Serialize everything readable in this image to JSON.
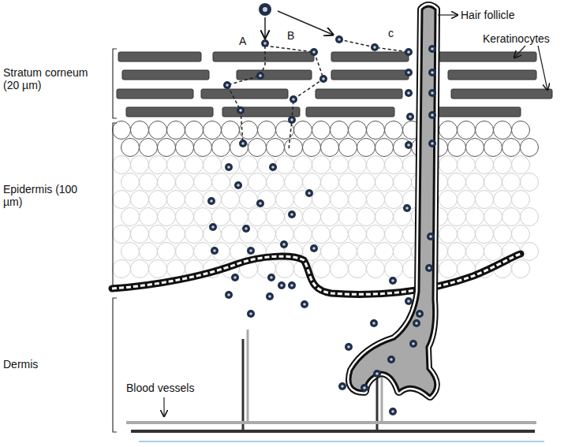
{
  "diagram": {
    "labels": [
      "A",
      "B",
      "c",
      "Hair follicle",
      "Keratinocytes",
      "Stratum corneum (20 µm)",
      "Epidermis (100 µm)",
      "Dermis",
      "Blood vessels"
    ]
  }
}
